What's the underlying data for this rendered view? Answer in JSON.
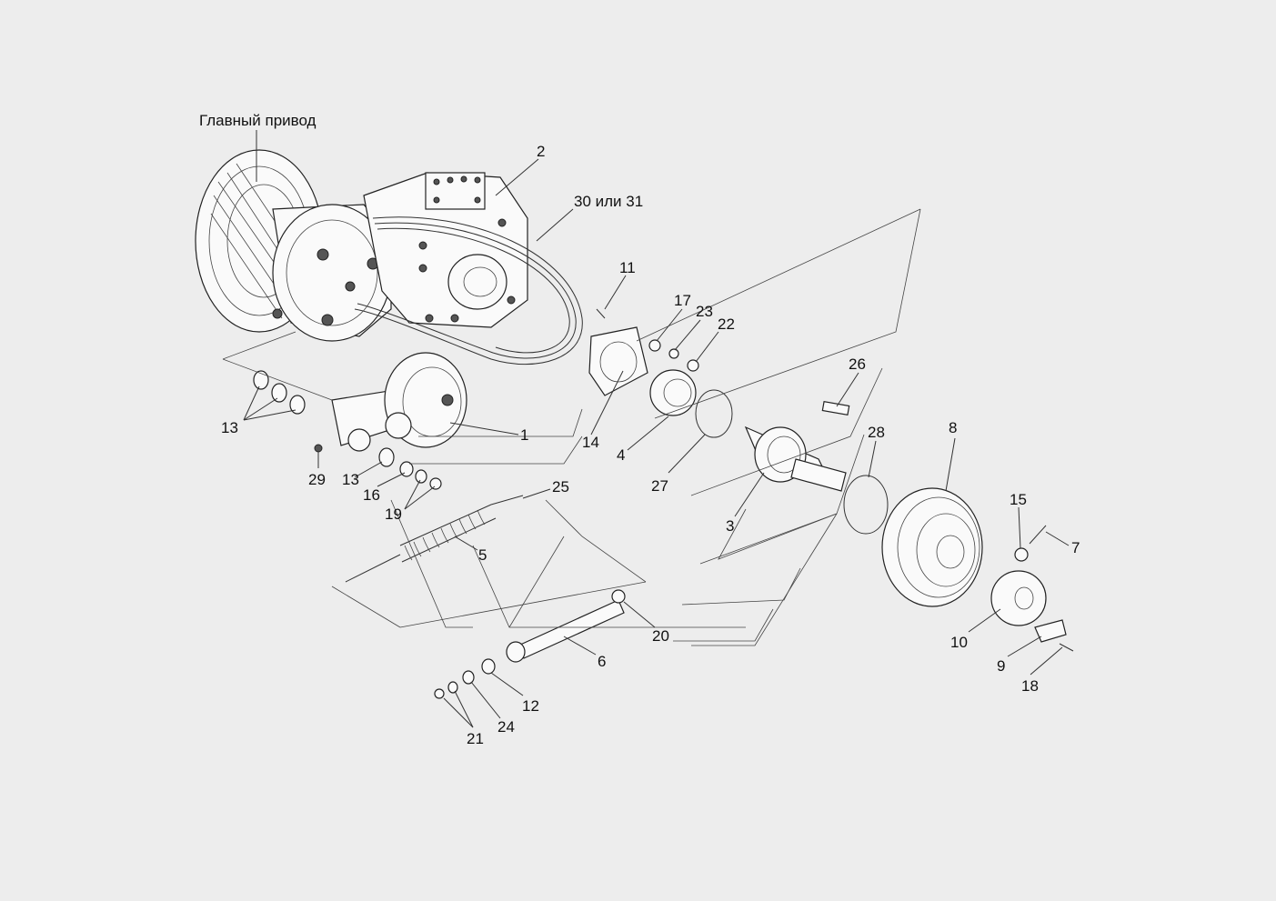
{
  "diagram": {
    "title": "Главный привод",
    "callouts": [
      {
        "id": "c2",
        "text": "2"
      },
      {
        "id": "c30",
        "text": "30 или 31"
      },
      {
        "id": "c11",
        "text": "11"
      },
      {
        "id": "c17",
        "text": "17"
      },
      {
        "id": "c23",
        "text": "23"
      },
      {
        "id": "c22",
        "text": "22"
      },
      {
        "id": "c26",
        "text": "26"
      },
      {
        "id": "c13a",
        "text": "13"
      },
      {
        "id": "c1",
        "text": "1"
      },
      {
        "id": "c14",
        "text": "14"
      },
      {
        "id": "c4",
        "text": "4"
      },
      {
        "id": "c28",
        "text": "28"
      },
      {
        "id": "c8",
        "text": "8"
      },
      {
        "id": "c29",
        "text": "29"
      },
      {
        "id": "c13b",
        "text": "13"
      },
      {
        "id": "c16",
        "text": "16"
      },
      {
        "id": "c25",
        "text": "25"
      },
      {
        "id": "c27",
        "text": "27"
      },
      {
        "id": "c19",
        "text": "19"
      },
      {
        "id": "c3",
        "text": "3"
      },
      {
        "id": "c15",
        "text": "15"
      },
      {
        "id": "c7",
        "text": "7"
      },
      {
        "id": "c5",
        "text": "5"
      },
      {
        "id": "c20",
        "text": "20"
      },
      {
        "id": "c6",
        "text": "6"
      },
      {
        "id": "c10",
        "text": "10"
      },
      {
        "id": "c9",
        "text": "9"
      },
      {
        "id": "c18",
        "text": "18"
      },
      {
        "id": "c12",
        "text": "12"
      },
      {
        "id": "c24",
        "text": "24"
      },
      {
        "id": "c21",
        "text": "21"
      }
    ]
  }
}
